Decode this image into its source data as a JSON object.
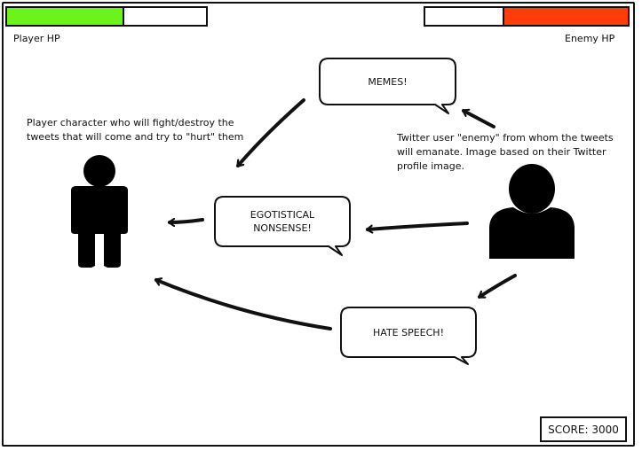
{
  "hud": {
    "player_hp_label": "Player HP",
    "player_hp_fraction": 0.58,
    "player_hp_color": "#6cf31c",
    "enemy_hp_label": "Enemy HP",
    "enemy_hp_fraction": 0.61,
    "enemy_hp_color": "#ff3d0a",
    "score_text": "SCORE: 3000"
  },
  "notes": {
    "player": [
      "Player character who will fight/destroy the",
      "tweets that will come and try to \"hurt\" them"
    ],
    "enemy": [
      "Twitter user \"enemy\" from whom the tweets",
      "will emanate. Image based on their Twitter",
      "profile image."
    ]
  },
  "tweets": {
    "memes": "MEMES!",
    "egotistical": [
      "EGOTISTICAL",
      "NONSENSE!"
    ],
    "hate": "HATE SPEECH!"
  },
  "icons": {
    "player": "person-standing-icon",
    "enemy": "user-avatar-icon"
  }
}
